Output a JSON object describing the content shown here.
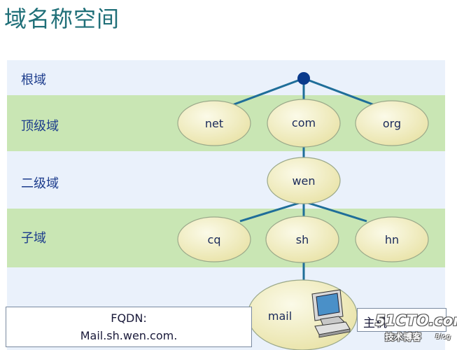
{
  "title": "域名称空间",
  "levels": {
    "root": "根域",
    "top": "顶级域",
    "second": "二级域",
    "sub": "子域"
  },
  "nodes": {
    "net": "net",
    "com": "com",
    "org": "org",
    "wen": "wen",
    "cq": "cq",
    "sh": "sh",
    "hn": "hn",
    "mail": "mail"
  },
  "fqdn": {
    "label": "FQDN:",
    "value": "Mail.sh.wen.com."
  },
  "host_label": "主机",
  "watermark": {
    "logo": "51CTO.com",
    "sub": "技术博客",
    "blog": "Blog"
  },
  "colors": {
    "band_blue": "#eaf1fb",
    "band_green": "#c9e6b4",
    "line": "#1f6e99",
    "root_dot": "#0a3a8c",
    "node_fill": "#f3f0c9",
    "title": "#1f6f78"
  }
}
